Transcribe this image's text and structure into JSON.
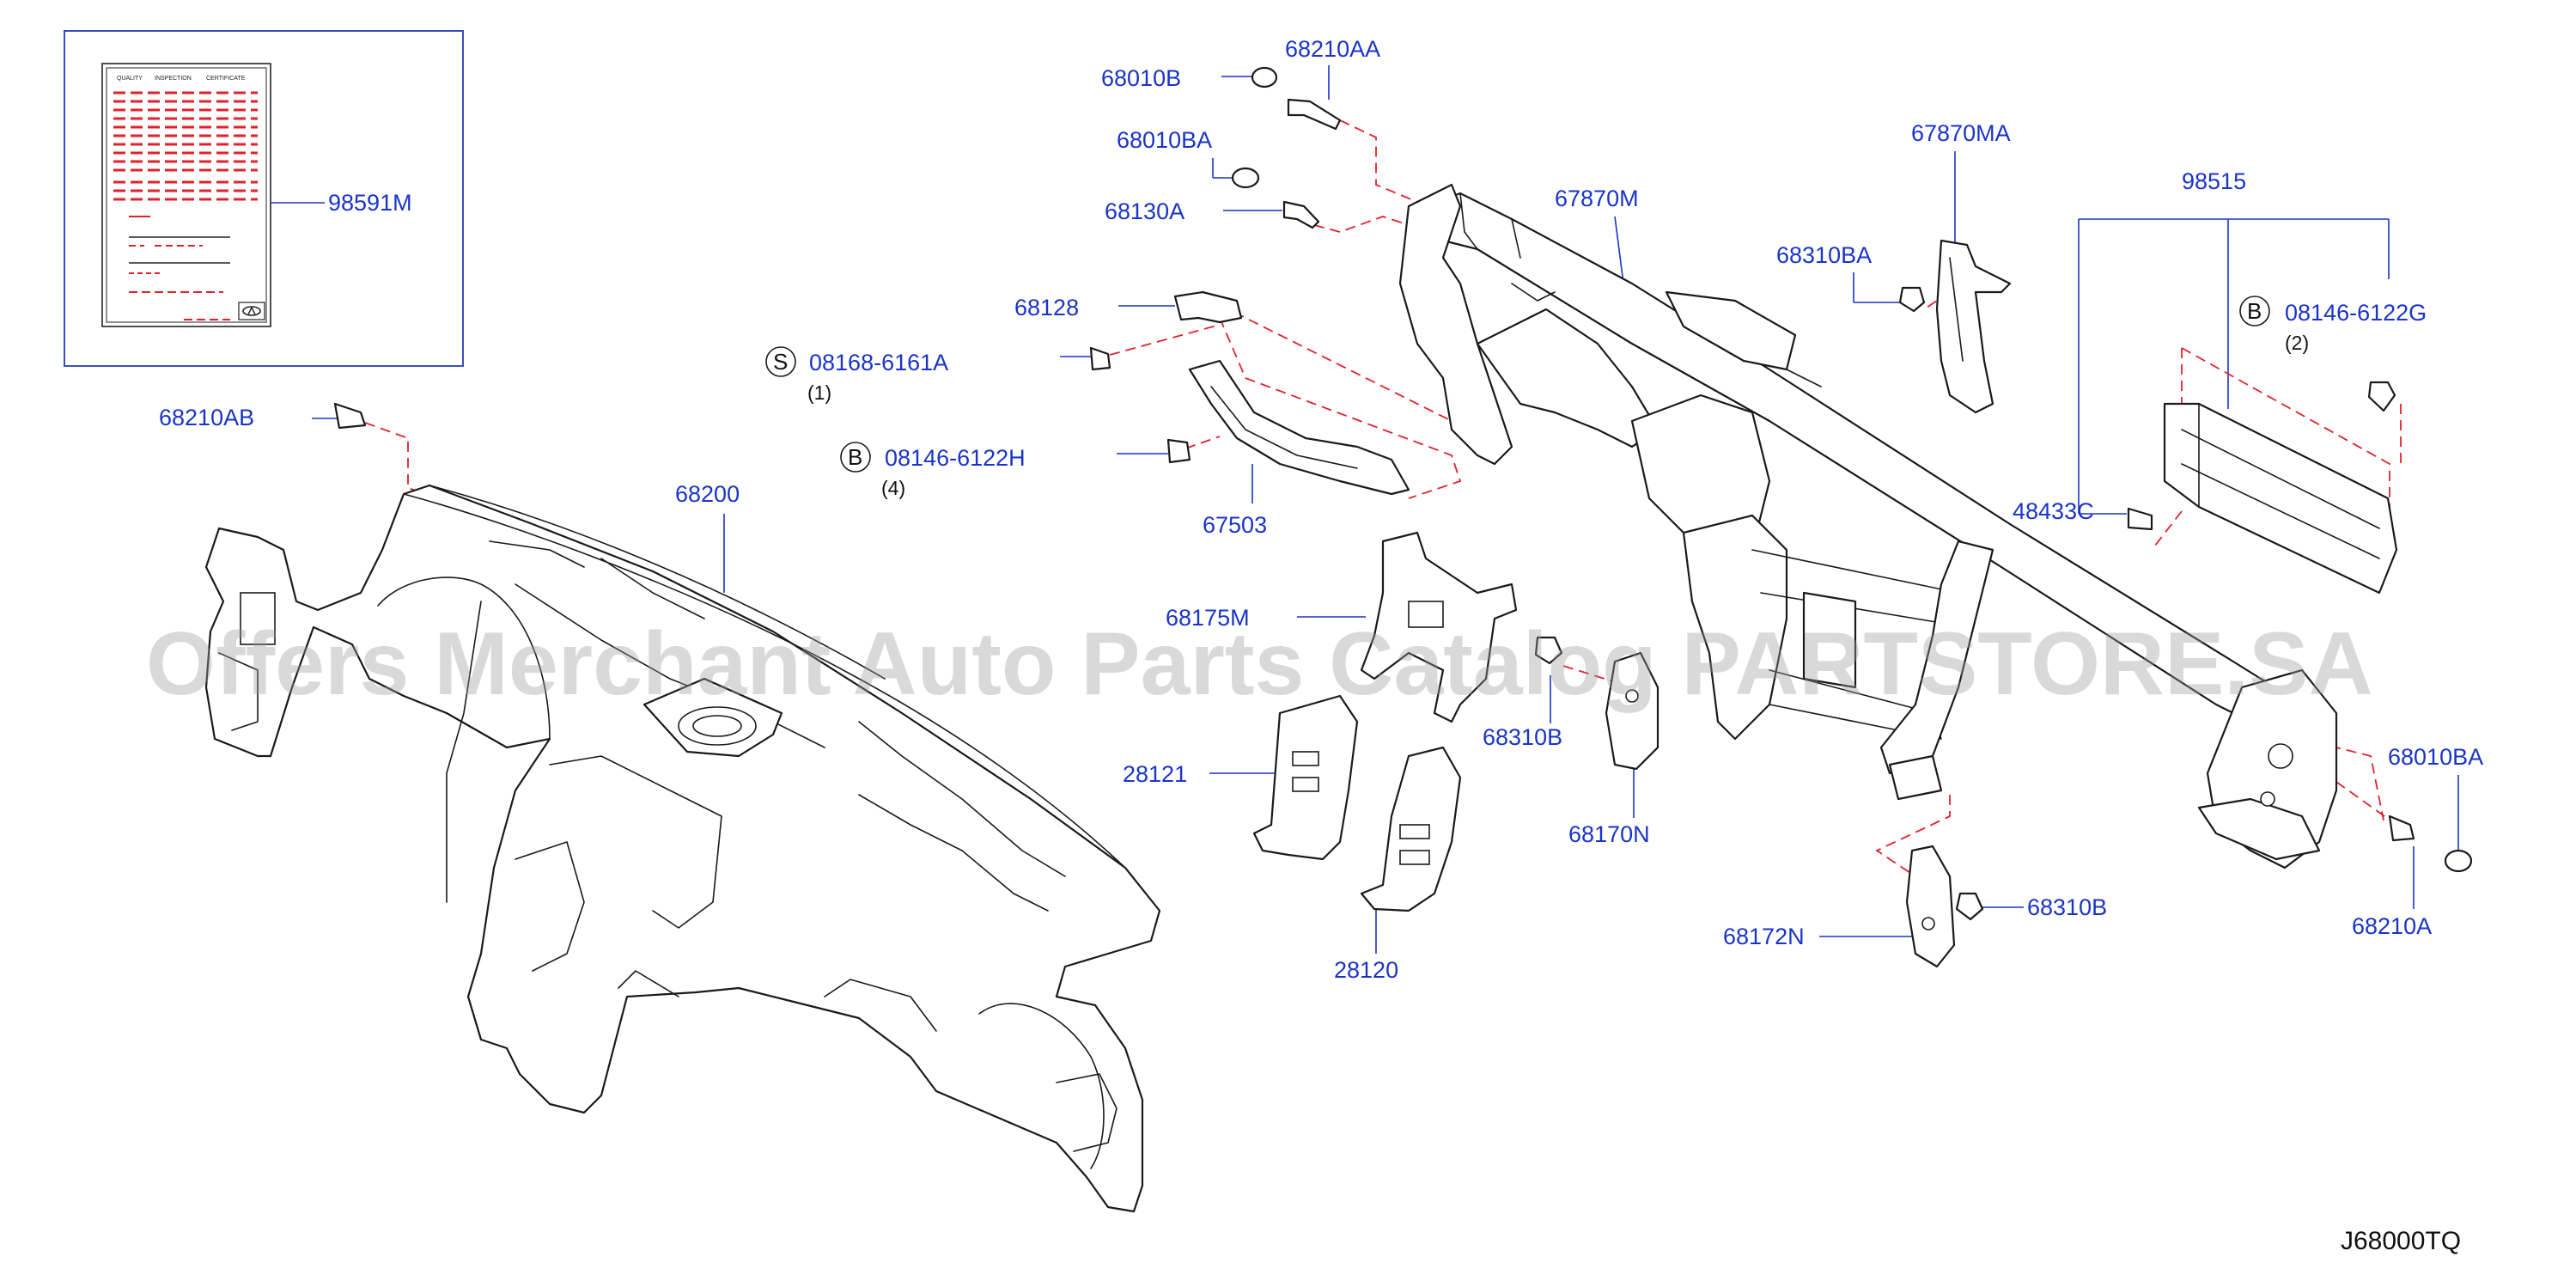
{
  "diagram_code": "J68000TQ",
  "watermark": "Offers Merchant Auto Parts Catalog PARTSTORE.SA",
  "certificate": {
    "headers": [
      "QUALITY",
      "INSPECTION",
      "CERTIFICATE"
    ]
  },
  "parts": [
    {
      "id": "98591M",
      "label": "98591M"
    },
    {
      "id": "68210AB",
      "label": "68210AB"
    },
    {
      "id": "68200",
      "label": "68200"
    },
    {
      "id": "68010B",
      "label": "68010B"
    },
    {
      "id": "68210AA",
      "label": "68210AA"
    },
    {
      "id": "68010BA-top",
      "label": "68010BA"
    },
    {
      "id": "68130A",
      "label": "68130A"
    },
    {
      "id": "67870M",
      "label": "67870M"
    },
    {
      "id": "67870MA",
      "label": "67870MA"
    },
    {
      "id": "68310BA",
      "label": "68310BA"
    },
    {
      "id": "98515",
      "label": "98515"
    },
    {
      "id": "68128",
      "label": "68128"
    },
    {
      "id": "08168-6161A",
      "label": "08168-6161A",
      "prefix": "S",
      "qty": "(1)"
    },
    {
      "id": "08146-6122H",
      "label": "08146-6122H",
      "prefix": "B",
      "qty": "(4)"
    },
    {
      "id": "08146-6122G",
      "label": "08146-6122G",
      "prefix": "B",
      "qty": "(2)"
    },
    {
      "id": "67503",
      "label": "67503"
    },
    {
      "id": "48433C",
      "label": "48433C"
    },
    {
      "id": "68175M",
      "label": "68175M"
    },
    {
      "id": "68310B-mid",
      "label": "68310B"
    },
    {
      "id": "68170N",
      "label": "68170N"
    },
    {
      "id": "28121",
      "label": "28121"
    },
    {
      "id": "28120",
      "label": "28120"
    },
    {
      "id": "68172N",
      "label": "68172N"
    },
    {
      "id": "68310B-low",
      "label": "68310B"
    },
    {
      "id": "68010BA-right",
      "label": "68010BA"
    },
    {
      "id": "68210A",
      "label": "68210A"
    }
  ]
}
